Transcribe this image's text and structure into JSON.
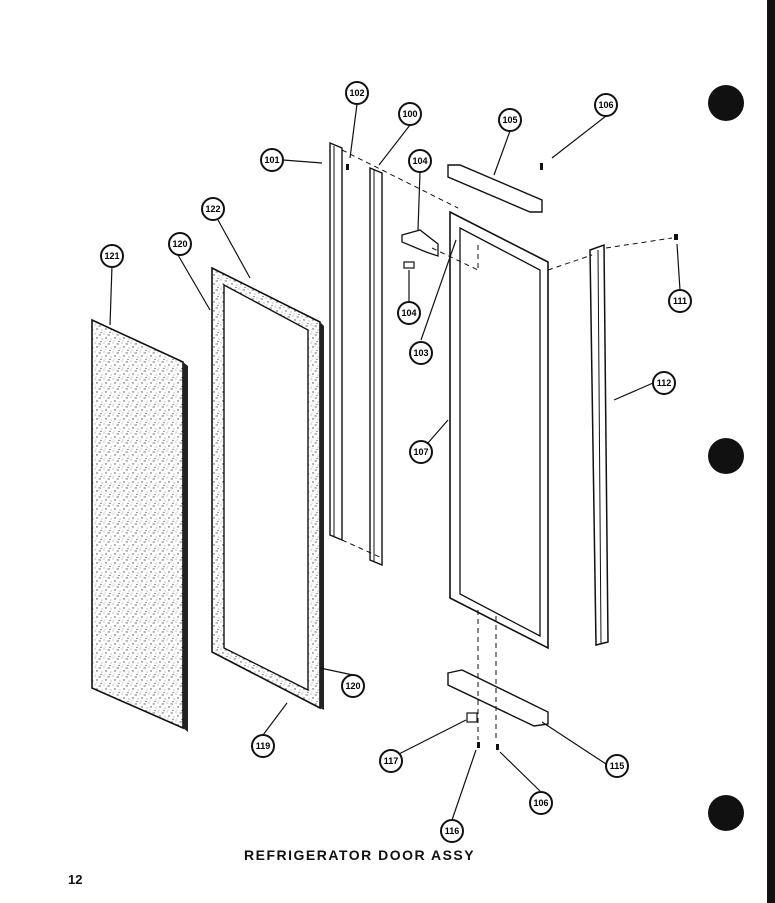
{
  "title": "REFRIGERATOR DOOR ASSY",
  "page_number": "12",
  "parts": [
    {
      "id": "p101",
      "label": "101"
    },
    {
      "id": "p102",
      "label": "102"
    },
    {
      "id": "p100",
      "label": "100"
    },
    {
      "id": "p104a",
      "label": "104"
    },
    {
      "id": "p104b",
      "label": "104"
    },
    {
      "id": "p105",
      "label": "105"
    },
    {
      "id": "p106a",
      "label": "106"
    },
    {
      "id": "p106b",
      "label": "106"
    },
    {
      "id": "p103",
      "label": "103"
    },
    {
      "id": "p107",
      "label": "107"
    },
    {
      "id": "p111",
      "label": "111"
    },
    {
      "id": "p112",
      "label": "112"
    },
    {
      "id": "p115",
      "label": "115"
    },
    {
      "id": "p116",
      "label": "116"
    },
    {
      "id": "p117",
      "label": "117"
    },
    {
      "id": "p119",
      "label": "119"
    },
    {
      "id": "p120a",
      "label": "120"
    },
    {
      "id": "p120b",
      "label": "120"
    },
    {
      "id": "p121",
      "label": "121"
    },
    {
      "id": "p122",
      "label": "122"
    }
  ],
  "colors": {
    "ink": "#111111",
    "paper": "#ffffff",
    "speckle": "#555555"
  }
}
